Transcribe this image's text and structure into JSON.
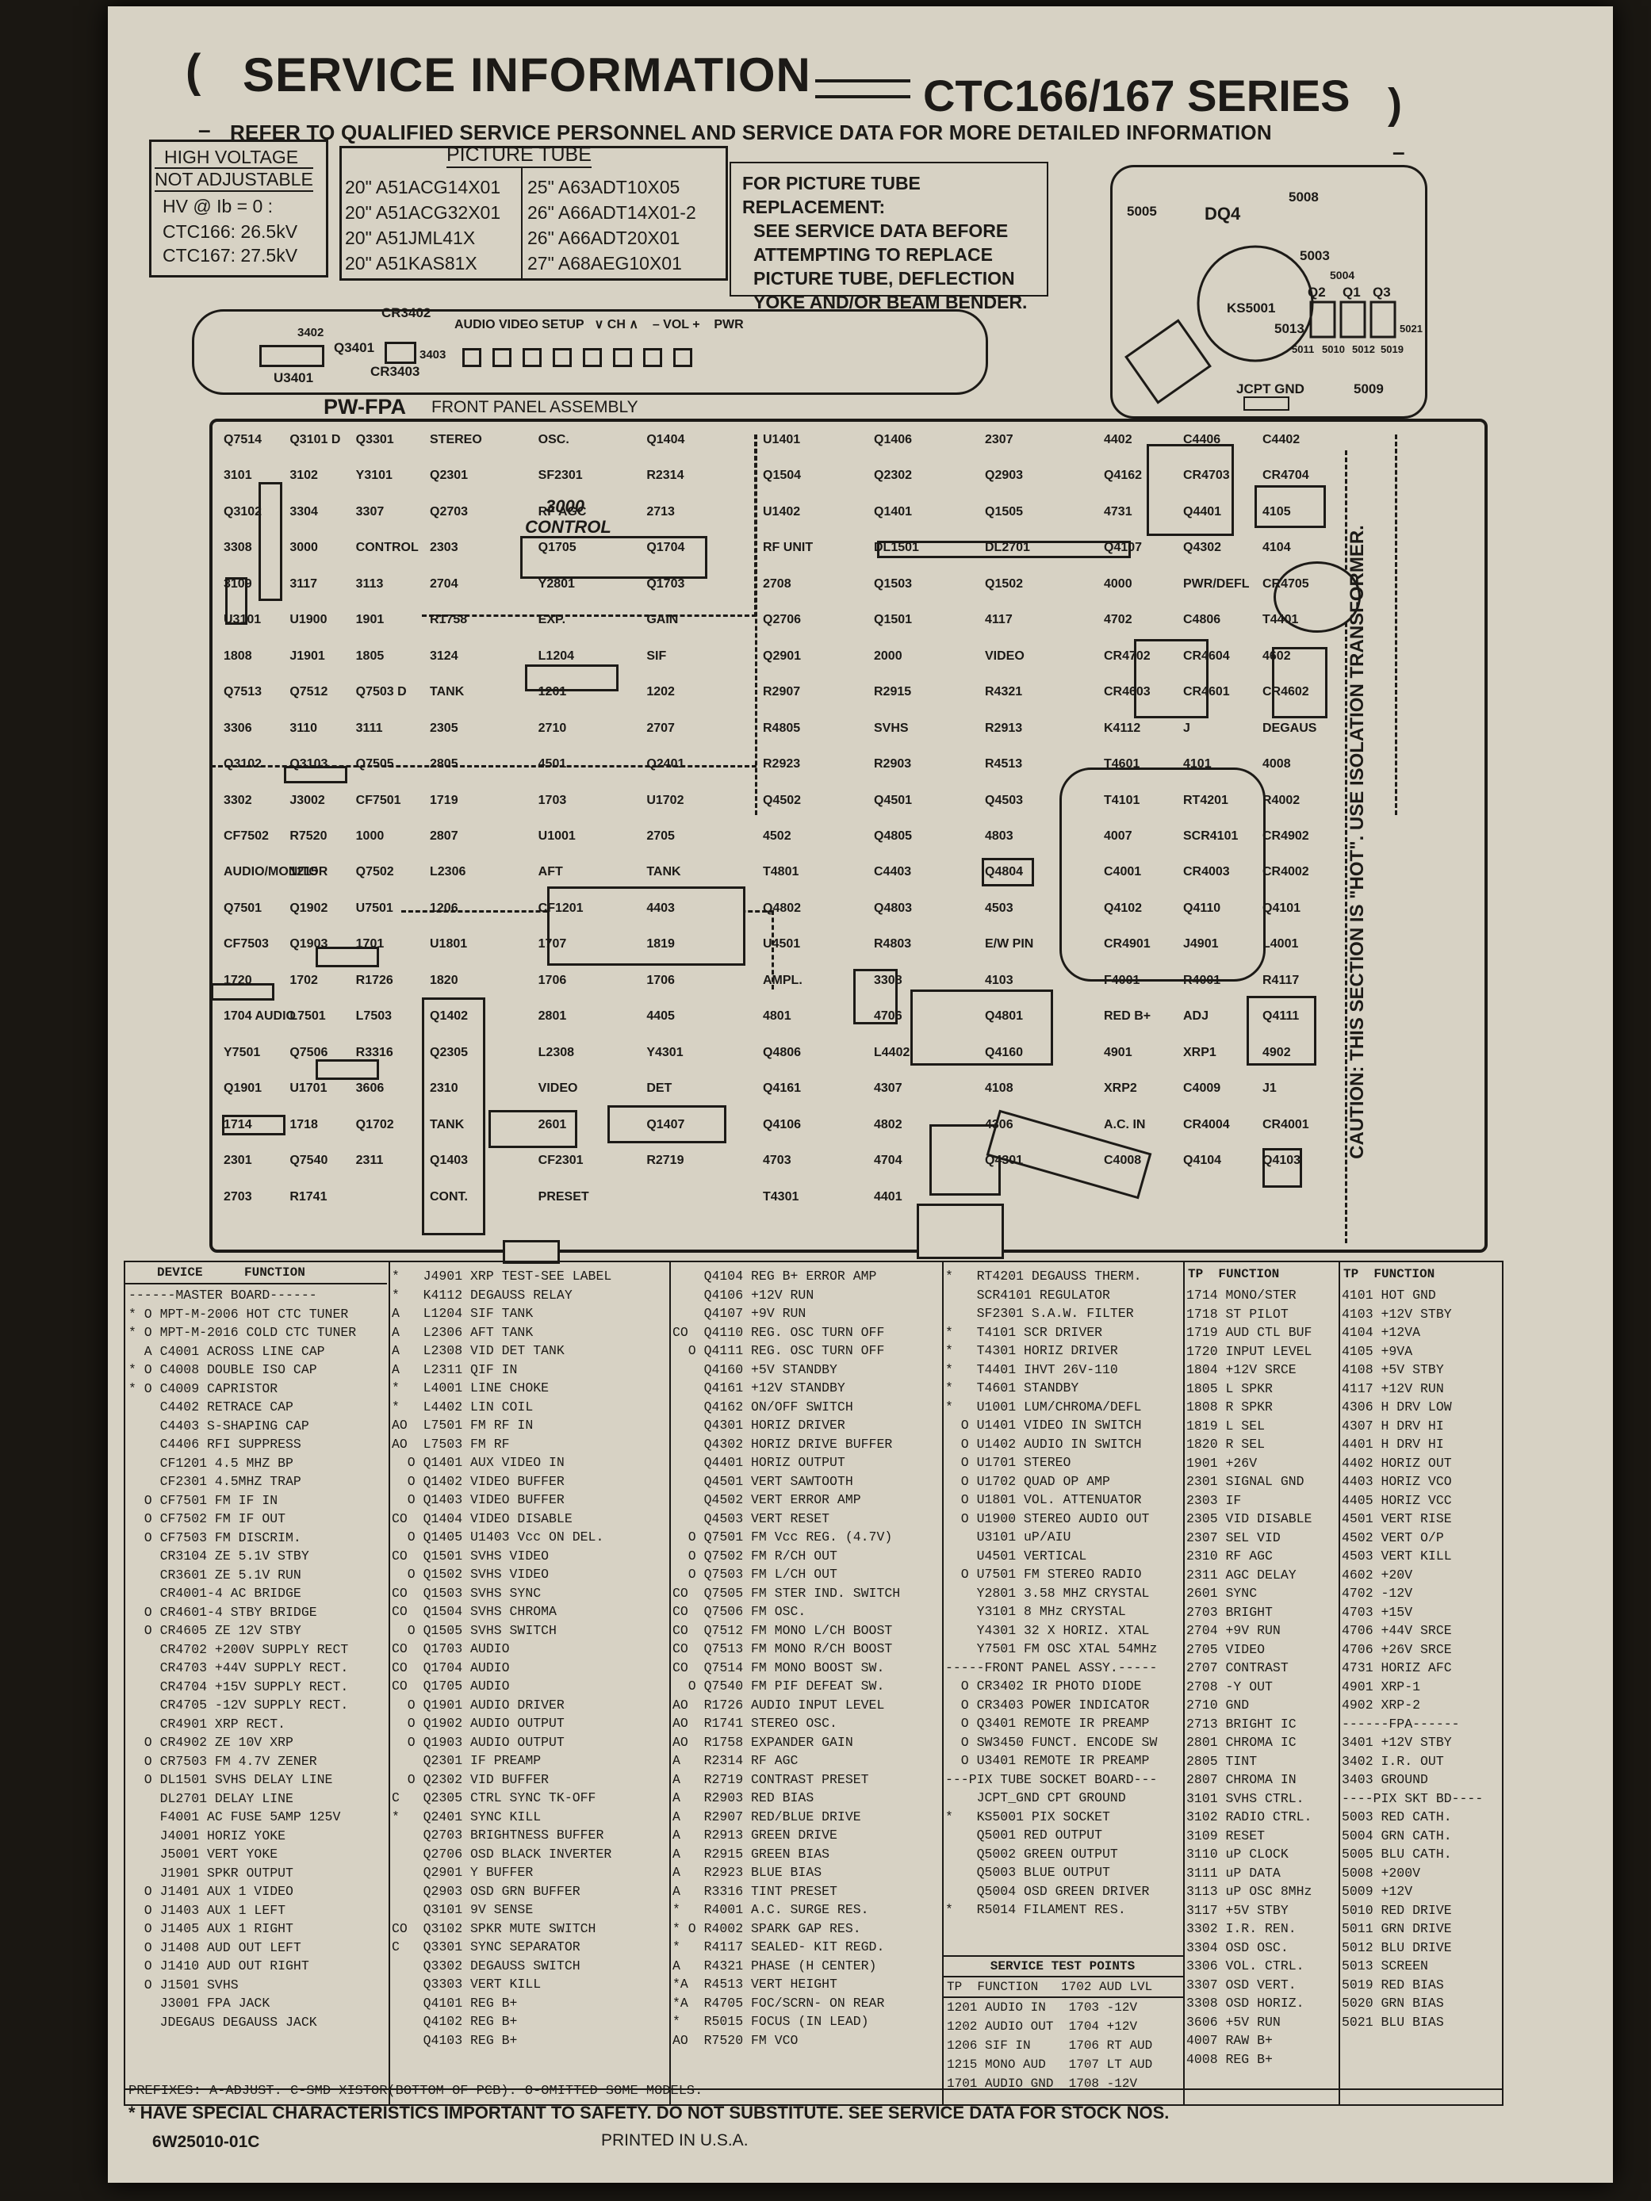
{
  "header": {
    "title": "SERVICE INFORMATION",
    "series": "CTC166/167 SERIES",
    "subtitle": "REFER TO QUALIFIED SERVICE PERSONNEL AND SERVICE DATA FOR MORE DETAILED INFORMATION"
  },
  "hv": {
    "title1": "HIGH VOLTAGE",
    "title2": "NOT ADJUSTABLE",
    "lines": [
      "HV @ Ib = 0 :",
      "CTC166: 26.5kV",
      "CTC167: 27.5kV"
    ]
  },
  "picture_tube": {
    "title": "PICTURE TUBE",
    "left": [
      "20\" A51ACG14X01",
      "20\" A51ACG32X01",
      "20\" A51JML41X",
      "20\" A51KAS81X"
    ],
    "right": [
      "25\" A63ADT10X05",
      "26\" A66ADT14X01-2",
      "26\" A66ADT20X01",
      "27\" A68AEG10X01"
    ]
  },
  "replacement_note": [
    "FOR PICTURE TUBE REPLACEMENT:",
    "SEE SERVICE DATA BEFORE",
    "ATTEMPTING TO REPLACE",
    "PICTURE TUBE, DEFLECTION",
    "YOKE AND/OR BEAM BENDER."
  ],
  "front_panel": {
    "buttons": "AUDIO VIDEO SETUP   ∨ CH ∧    – VOL +    PWR",
    "name": "PW-FPA",
    "caption": "FRONT PANEL ASSEMBLY",
    "labels": [
      "CR3402",
      "3402",
      "Q3401",
      "3403",
      "CR3403",
      "U3401"
    ]
  },
  "socket_labels": [
    "5005",
    "DQ4",
    "5008",
    "5003",
    "5004",
    "Q2",
    "Q1",
    "Q3",
    "KS5001",
    "5013",
    "5011",
    "5010",
    "5012",
    "5019",
    "5021",
    "JCPT GND",
    "5009"
  ],
  "board_labels": [
    "Q7514",
    "Q3101 D",
    "Q3301",
    "3101",
    "3102",
    "Y3101",
    "Q3102",
    "3304",
    "3307",
    "3308",
    "3000",
    "CONTROL",
    "3109",
    "3117",
    "3113",
    "U3101",
    "U1900",
    "1901",
    "1808",
    "J1901",
    "1805",
    "Q7513",
    "Q7512",
    "Q7503 D",
    "3306",
    "3110",
    "3111",
    "Q3102",
    "Q3103",
    "Q7505",
    "3302",
    "J3002",
    "CF7501",
    "CF7502",
    "R7520",
    "1000",
    "AUDIO/MONITOR",
    "1215",
    "Q7502",
    "Q7501",
    "Q1902",
    "U7501",
    "CF7503",
    "Q1903",
    "1701",
    "1720",
    "1702",
    "R1726",
    "1704 AUDIO",
    "L7501",
    "L7503",
    "Y7501",
    "Q7506",
    "R3316",
    "Q1901",
    "U1701",
    "3606",
    "1714",
    "1718",
    "Q1702",
    "2301",
    "Q7540",
    "2311",
    "2703",
    "R1741",
    "STEREO",
    "OSC.",
    "Q1404",
    "Q2301",
    "SF2301",
    "R2314",
    "Q2703",
    "RF AGC",
    "2713",
    "2303",
    "Q1705",
    "Q1704",
    "2704",
    "Y2801",
    "Q1703",
    "R1758",
    "EXP.",
    "GAIN",
    "3124",
    "L1204",
    "SIF",
    "TANK",
    "1201",
    "1202",
    "2305",
    "2710",
    "2707",
    "2805",
    "4501",
    "Q2401",
    "1719",
    "1703",
    "U1702",
    "2807",
    "U1001",
    "2705",
    "L2306",
    "AFT",
    "TANK",
    "1206",
    "CF1201",
    "4403",
    "U1801",
    "1707",
    "1819",
    "1820",
    "1706",
    "1706",
    "Q1402",
    "2801",
    "4405",
    "Q2305",
    "L2308",
    "Y4301",
    "2310",
    "VIDEO",
    "DET",
    "TANK",
    "2601",
    "Q1407",
    "Q1403",
    "CF2301",
    "R2719",
    "CONT.",
    "PRESET",
    "U1401",
    "Q1406",
    "2307",
    "Q1504",
    "Q2302",
    "Q2903",
    "U1402",
    "Q1401",
    "Q1505",
    "RF UNIT",
    "DL1501",
    "DL2701",
    "2708",
    "Q1503",
    "Q1502",
    "Q2706",
    "Q1501",
    "4117",
    "Q2901",
    "2000",
    "VIDEO",
    "R2907",
    "R2915",
    "R4321",
    "R4805",
    "SVHS",
    "R2913",
    "R2923",
    "R2903",
    "R4513",
    "Q4502",
    "Q4501",
    "Q4503",
    "4502",
    "Q4805",
    "4803",
    "T4801",
    "C4403",
    "Q4804",
    "Q4802",
    "Q4803",
    "4503",
    "U4501",
    "R4803",
    "E/W PIN",
    "AMPL.",
    "3308",
    "4103",
    "4801",
    "4706",
    "Q4801",
    "Q4806",
    "L4402",
    "Q4160",
    "Q4161",
    "4307",
    "4108",
    "Q4106",
    "4802",
    "4306",
    "4703",
    "4704",
    "Q4301",
    "T4301",
    "4401",
    "4402",
    "C4406",
    "C4402",
    "Q4162",
    "CR4703",
    "CR4704",
    "4731",
    "Q4401",
    "4105",
    "Q4107",
    "Q4302",
    "4104",
    "4000",
    "PWR/DEFL",
    "CR4705",
    "4702",
    "C4806",
    "T4401",
    "CR4702",
    "CR4604",
    "4602",
    "CR4603",
    "CR4601",
    "CR4602",
    "K4112",
    "J",
    "DEGAUS",
    "T4601",
    "4101",
    "4008",
    "T4101",
    "RT4201",
    "R4002",
    "4007",
    "SCR4101",
    "CR4902",
    "C4001",
    "CR4003",
    "CR4002",
    "Q4102",
    "Q4110",
    "Q4101",
    "CR4901",
    "J4901",
    "L4001",
    "F4001",
    "R4001",
    "R4117",
    "RED B+",
    "ADJ",
    "Q4111",
    "4901",
    "XRP1",
    "4902",
    "XRP2",
    "C4009",
    "J1",
    "A.C. IN",
    "CR4004",
    "CR4001",
    "C4008",
    "Q4104",
    "Q4103"
  ],
  "side_caution": "CAUTION: THIS SECTION IS \"HOT\". USE ISOLATION TRANSFORMER.",
  "legend": {
    "headers": [
      "DEVICE",
      "FUNCTION"
    ],
    "col1": [
      "------MASTER BOARD------",
      "* O MPT-M-2006 HOT CTC TUNER",
      "* O MPT-M-2016 COLD CTC TUNER",
      "  A C4001 ACROSS LINE CAP",
      "* O C4008 DOUBLE ISO CAP",
      "* O C4009 CAPRISTOR",
      "    C4402 RETRACE CAP",
      "    C4403 S-SHAPING CAP",
      "    C4406 RFI SUPPRESS",
      "    CF1201 4.5 MHZ BP",
      "    CF2301 4.5MHZ TRAP",
      "  O CF7501 FM IF IN",
      "  O CF7502 FM IF OUT",
      "  O CF7503 FM DISCRIM.",
      "    CR3104 ZE 5.1V STBY",
      "    CR3601 ZE 5.1V RUN",
      "    CR4001-4 AC BRIDGE",
      "  O CR4601-4 STBY BRIDGE",
      "  O CR4605 ZE 12V STBY",
      "    CR4702 +200V SUPPLY RECT",
      "    CR4703 +44V SUPPLY RECT.",
      "    CR4704 +15V SUPPLY RECT.",
      "    CR4705 -12V SUPPLY RECT.",
      "    CR4901 XRP RECT.",
      "  O CR4902 ZE 10V XRP",
      "  O CR7503 FM 4.7V ZENER",
      "  O DL1501 SVHS DELAY LINE",
      "    DL2701 DELAY LINE",
      "    F4001 AC FUSE 5AMP 125V",
      "    J4001 HORIZ YOKE",
      "    J5001 VERT YOKE",
      "    J1901 SPKR OUTPUT",
      "  O J1401 AUX 1 VIDEO",
      "  O J1403 AUX 1 LEFT",
      "  O J1405 AUX 1 RIGHT",
      "  O J1408 AUD OUT LEFT",
      "  O J1410 AUD OUT RIGHT",
      "  O J1501 SVHS",
      "    J3001 FPA JACK",
      "    JDEGAUS DEGAUSS JACK"
    ],
    "col2": [
      "*   J4901 XRP TEST-SEE LABEL",
      "*   K4112 DEGAUSS RELAY",
      "A   L1204 SIF TANK",
      "A   L2306 AFT TANK",
      "A   L2308 VID DET TANK",
      "A   L2311 QIF IN",
      "*   L4001 LINE CHOKE",
      "*   L4402 LIN COIL",
      "AO  L7501 FM RF IN",
      "AO  L7503 FM RF",
      "  O Q1401 AUX VIDEO IN",
      "  O Q1402 VIDEO BUFFER",
      "  O Q1403 VIDEO BUFFER",
      "CO  Q1404 VIDEO DISABLE",
      "  O Q1405 U1403 Vcc ON DEL.",
      "CO  Q1501 SVHS VIDEO",
      "  O Q1502 SVHS VIDEO",
      "CO  Q1503 SVHS SYNC",
      "CO  Q1504 SVHS CHROMA",
      "  O Q1505 SVHS SWITCH",
      "CO  Q1703 AUDIO",
      "CO  Q1704 AUDIO",
      "CO  Q1705 AUDIO",
      "  O Q1901 AUDIO DRIVER",
      "  O Q1902 AUDIO OUTPUT",
      "  O Q1903 AUDIO OUTPUT",
      "    Q2301 IF PREAMP",
      "  O Q2302 VID BUFFER",
      "C   Q2305 CTRL SYNC TK-OFF",
      "*   Q2401 SYNC KILL",
      "    Q2703 BRIGHTNESS BUFFER",
      "    Q2706 OSD BLACK INVERTER",
      "    Q2901 Y BUFFER",
      "    Q2903 OSD GRN BUFFER",
      "    Q3101 9V SENSE",
      "CO  Q3102 SPKR MUTE SWITCH",
      "C   Q3301 SYNC SEPARATOR",
      "    Q3302 DEGAUSS SWITCH",
      "    Q3303 VERT KILL",
      "    Q4101 REG B+",
      "    Q4102 REG B+",
      "    Q4103 REG B+"
    ],
    "col3": [
      "    Q4104 REG B+ ERROR AMP",
      "    Q4106 +12V RUN",
      "    Q4107 +9V RUN",
      "CO  Q4110 REG. OSC TURN OFF",
      "  O Q4111 REG. OSC TURN OFF",
      "    Q4160 +5V STANDBY",
      "    Q4161 +12V STANDBY",
      "    Q4162 ON/OFF SWITCH",
      "    Q4301 HORIZ DRIVER",
      "    Q4302 HORIZ DRIVE BUFFER",
      "    Q4401 HORIZ OUTPUT",
      "    Q4501 VERT SAWTOOTH",
      "    Q4502 VERT ERROR AMP",
      "    Q4503 VERT RESET",
      "  O Q7501 FM Vcc REG. (4.7V)",
      "  O Q7502 FM R/CH OUT",
      "  O Q7503 FM L/CH OUT",
      "CO  Q7505 FM STER IND. SWITCH",
      "CO  Q7506 FM OSC.",
      "CO  Q7512 FM MONO L/CH BOOST",
      "CO  Q7513 FM MONO R/CH BOOST",
      "CO  Q7514 FM MONO BOOST SW.",
      "  O Q7540 FM PIF DEFEAT SW.",
      "AO  R1726 AUDIO INPUT LEVEL",
      "AO  R1741 STEREO OSC.",
      "AO  R1758 EXPANDER GAIN",
      "A   R2314 RF AGC",
      "A   R2719 CONTRAST PRESET",
      "A   R2903 RED BIAS",
      "A   R2907 RED/BLUE DRIVE",
      "A   R2913 GREEN DRIVE",
      "A   R2915 GREEN BIAS",
      "A   R2923 BLUE BIAS",
      "A   R3316 TINT PRESET",
      "*   R4001 A.C. SURGE RES.",
      "* O R4002 SPARK GAP RES.",
      "*   R4117 SEALED- KIT REGD.",
      "A   R4321 PHASE (H CENTER)",
      "*A  R4513 VERT HEIGHT",
      "*A  R4705 FOC/SCRN- ON REAR",
      "*   R5015 FOCUS (IN LEAD)",
      "AO  R7520 FM VCO"
    ],
    "col4": [
      "*   RT4201 DEGAUSS THERM.",
      "    SCR4101 REGULATOR",
      "    SF2301 S.A.W. FILTER",
      "*   T4101 SCR DRIVER",
      "*   T4301 HORIZ DRIVER",
      "*   T4401 IHVT 26V-110",
      "*   T4601 STANDBY",
      "*   U1001 LUM/CHROMA/DEFL",
      "  O U1401 VIDEO IN SWITCH",
      "  O U1402 AUDIO IN SWITCH",
      "  O U1701 STEREO",
      "  O U1702 QUAD OP AMP",
      "  O U1801 VOL. ATTENUATOR",
      "  O U1900 STEREO AUDIO OUT",
      "    U3101 uP/AIU",
      "    U4501 VERTICAL",
      "  O U7501 FM STEREO RADIO",
      "    Y2801 3.58 MHZ CRYSTAL",
      "    Y3101 8 MHz CRYSTAL",
      "    Y4301 32 X HORIZ. XTAL",
      "    Y7501 FM OSC XTAL 54MHz",
      "-----FRONT PANEL ASSY.-----",
      "  O CR3402 IR PHOTO DIODE",
      "  O CR3403 POWER INDICATOR",
      "  O Q3401 REMOTE IR PREAMP",
      "  O SW3450 FUNCT. ENCODE SW",
      "  O U3401 REMOTE IR PREAMP",
      "---PIX TUBE SOCKET BOARD---",
      "    JCPT_GND CPT GROUND",
      "*   KS5001 PIX SOCKET",
      "    Q5001 RED OUTPUT",
      "    Q5002 GREEN OUTPUT",
      "    Q5003 BLUE OUTPUT",
      "    Q5004 OSD GREEN DRIVER",
      "*   R5014 FILAMENT RES."
    ],
    "test_points_title": "SERVICE TEST POINTS",
    "test_points_headers": [
      "TP",
      "FUNCTION",
      "1702",
      "AUD LVL"
    ],
    "test_points": [
      "1201 AUDIO IN   1703 -12V",
      "1202 AUDIO OUT  1704 +12V",
      "1206 SIF IN     1706 RT AUD",
      "1215 MONO AUD   1707 LT AUD",
      "1701 AUDIO GND  1708 -12V"
    ],
    "col5_headers": [
      "TP",
      "FUNCTION"
    ],
    "col5": [
      "1714 MONO/STER",
      "1718 ST PILOT",
      "1719 AUD CTL BUF",
      "1720 INPUT LEVEL",
      "1804 +12V SRCE",
      "1805 L SPKR",
      "1808 R SPKR",
      "1819 L SEL",
      "1820 R SEL",
      "1901 +26V",
      "2301 SIGNAL GND",
      "2303 IF",
      "2305 VID DISABLE",
      "2307 SEL VID",
      "2310 RF AGC",
      "2311 AGC DELAY",
      "2601 SYNC",
      "2703 BRIGHT",
      "2704 +9V RUN",
      "2705 VIDEO",
      "2707 CONTRAST",
      "2708 -Y OUT",
      "2710 GND",
      "2713 BRIGHT IC",
      "2801 CHROMA IC",
      "2805 TINT",
      "2807 CHROMA IN",
      "3101 SVHS CTRL.",
      "3102 RADIO CTRL.",
      "3109 RESET",
      "3110 uP CLOCK",
      "3111 uP DATA",
      "3113 uP OSC 8MHz",
      "3117 +5V STBY",
      "3302 I.R. REN.",
      "3304 OSD OSC.",
      "3306 VOL. CTRL.",
      "3307 OSD VERT.",
      "3308 OSD HORIZ.",
      "3606 +5V RUN",
      "4007 RAW B+",
      "4008 REG B+"
    ],
    "col6_headers": [
      "TP",
      "FUNCTION"
    ],
    "col6": [
      "4101 HOT GND",
      "4103 +12V STBY",
      "4104 +12VA",
      "4105 +9VA",
      "4108 +5V STBY",
      "4117 +12V RUN",
      "4306 H DRV LOW",
      "4307 H DRV HI",
      "4401 H DRV HI",
      "4402 HORIZ OUT",
      "4403 HORIZ VCO",
      "4405 HORIZ VCC",
      "4501 VERT RISE",
      "4502 VERT O/P",
      "4503 VERT KILL",
      "4602 +20V",
      "4702 -12V",
      "4703 +15V",
      "4706 +44V SRCE",
      "4706 +26V SRCE",
      "4731 HORIZ AFC",
      "4901 XRP-1",
      "4902 XRP-2",
      "------FPA------",
      "3401 +12V STBY",
      "3402 I.R. OUT",
      "3403 GROUND",
      "----PIX SKT BD----",
      "5003 RED CATH.",
      "5004 GRN CATH.",
      "5005 BLU CATH.",
      "5008 +200V",
      "5009 +12V",
      "5010 RED DRIVE",
      "5011 GRN DRIVE",
      "5012 BLU DRIVE",
      "5013 SCREEN",
      "5019 RED BIAS",
      "5020 GRN BIAS",
      "5021 BLU BIAS"
    ]
  },
  "footer": {
    "prefixes": "PREFIXES: A-ADJUST. C-SMD XISTOR(BOTTOM OF PCB). O-OMITTED SOME MODELS.",
    "safety": "* HAVE SPECIAL CHARACTERISTICS IMPORTANT TO SAFETY.  DO NOT SUBSTITUTE.  SEE SERVICE DATA FOR STOCK NOS.",
    "code": "6W25010-01C",
    "printed": "PRINTED IN U.S.A."
  }
}
